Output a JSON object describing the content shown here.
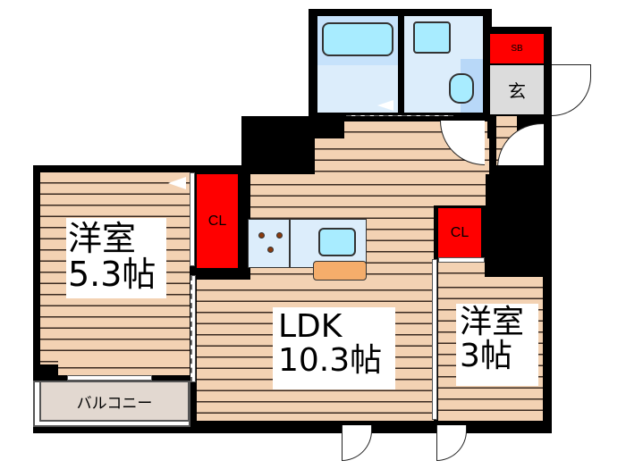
{
  "floorplan": {
    "rooms": [
      {
        "id": "western-room-1",
        "name": "洋室",
        "size": "5.3帖"
      },
      {
        "id": "ldk",
        "name": "LDK",
        "size": "10.3帖"
      },
      {
        "id": "western-room-2",
        "name": "洋室",
        "size": "3帖"
      }
    ],
    "closets": [
      {
        "id": "closet-1",
        "label": "CL"
      },
      {
        "id": "closet-2",
        "label": "CL"
      }
    ],
    "shoe_box": {
      "label": "SB"
    },
    "entrance": {
      "label": "玄"
    },
    "balcony": {
      "label": "バルコニー"
    },
    "colors": {
      "floor": "#f3d2b3",
      "floor_line": "#3a2a20",
      "wall": "#000000",
      "closet": "#ff0000",
      "wet_area": "#dcedfb",
      "fixture": "#a8ecff",
      "counter_board": "#f5ad6b",
      "genkan": "#dcdcdc",
      "balcony": "#e2d8d0"
    }
  }
}
